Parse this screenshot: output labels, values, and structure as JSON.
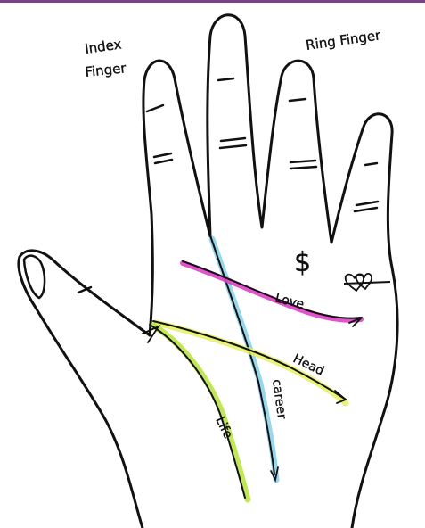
{
  "labels": {
    "index_finger_line1": "Index",
    "index_finger_line2": "Finger",
    "ring_finger": "Ring Finger",
    "love": "Love",
    "head": "Head",
    "career": "career",
    "life": "Life",
    "money_symbol": "$"
  },
  "icons": {
    "heart": "double-heart-icon"
  },
  "colors": {
    "top_border": "#7b3f8c",
    "outline": "#111111",
    "love_line": "#e040c8",
    "head_line": "#e8f060",
    "career_line": "#86cfe8",
    "life_line": "#b6e33c"
  }
}
